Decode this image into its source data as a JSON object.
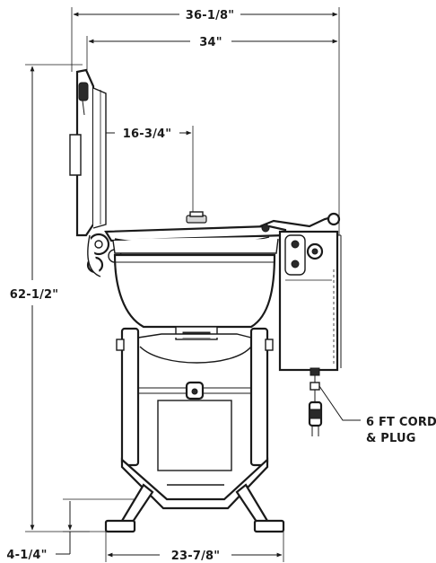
{
  "dimensions": {
    "overall_width": "36-1/8\"",
    "body_width": "34\"",
    "center_offset": "16-3/4\"",
    "overall_height": "62-1/2\"",
    "foot_height": "4-1/4\"",
    "leg_span": "23-7/8\""
  },
  "callout": {
    "line1": "6 FT CORD",
    "line2": "& PLUG"
  }
}
